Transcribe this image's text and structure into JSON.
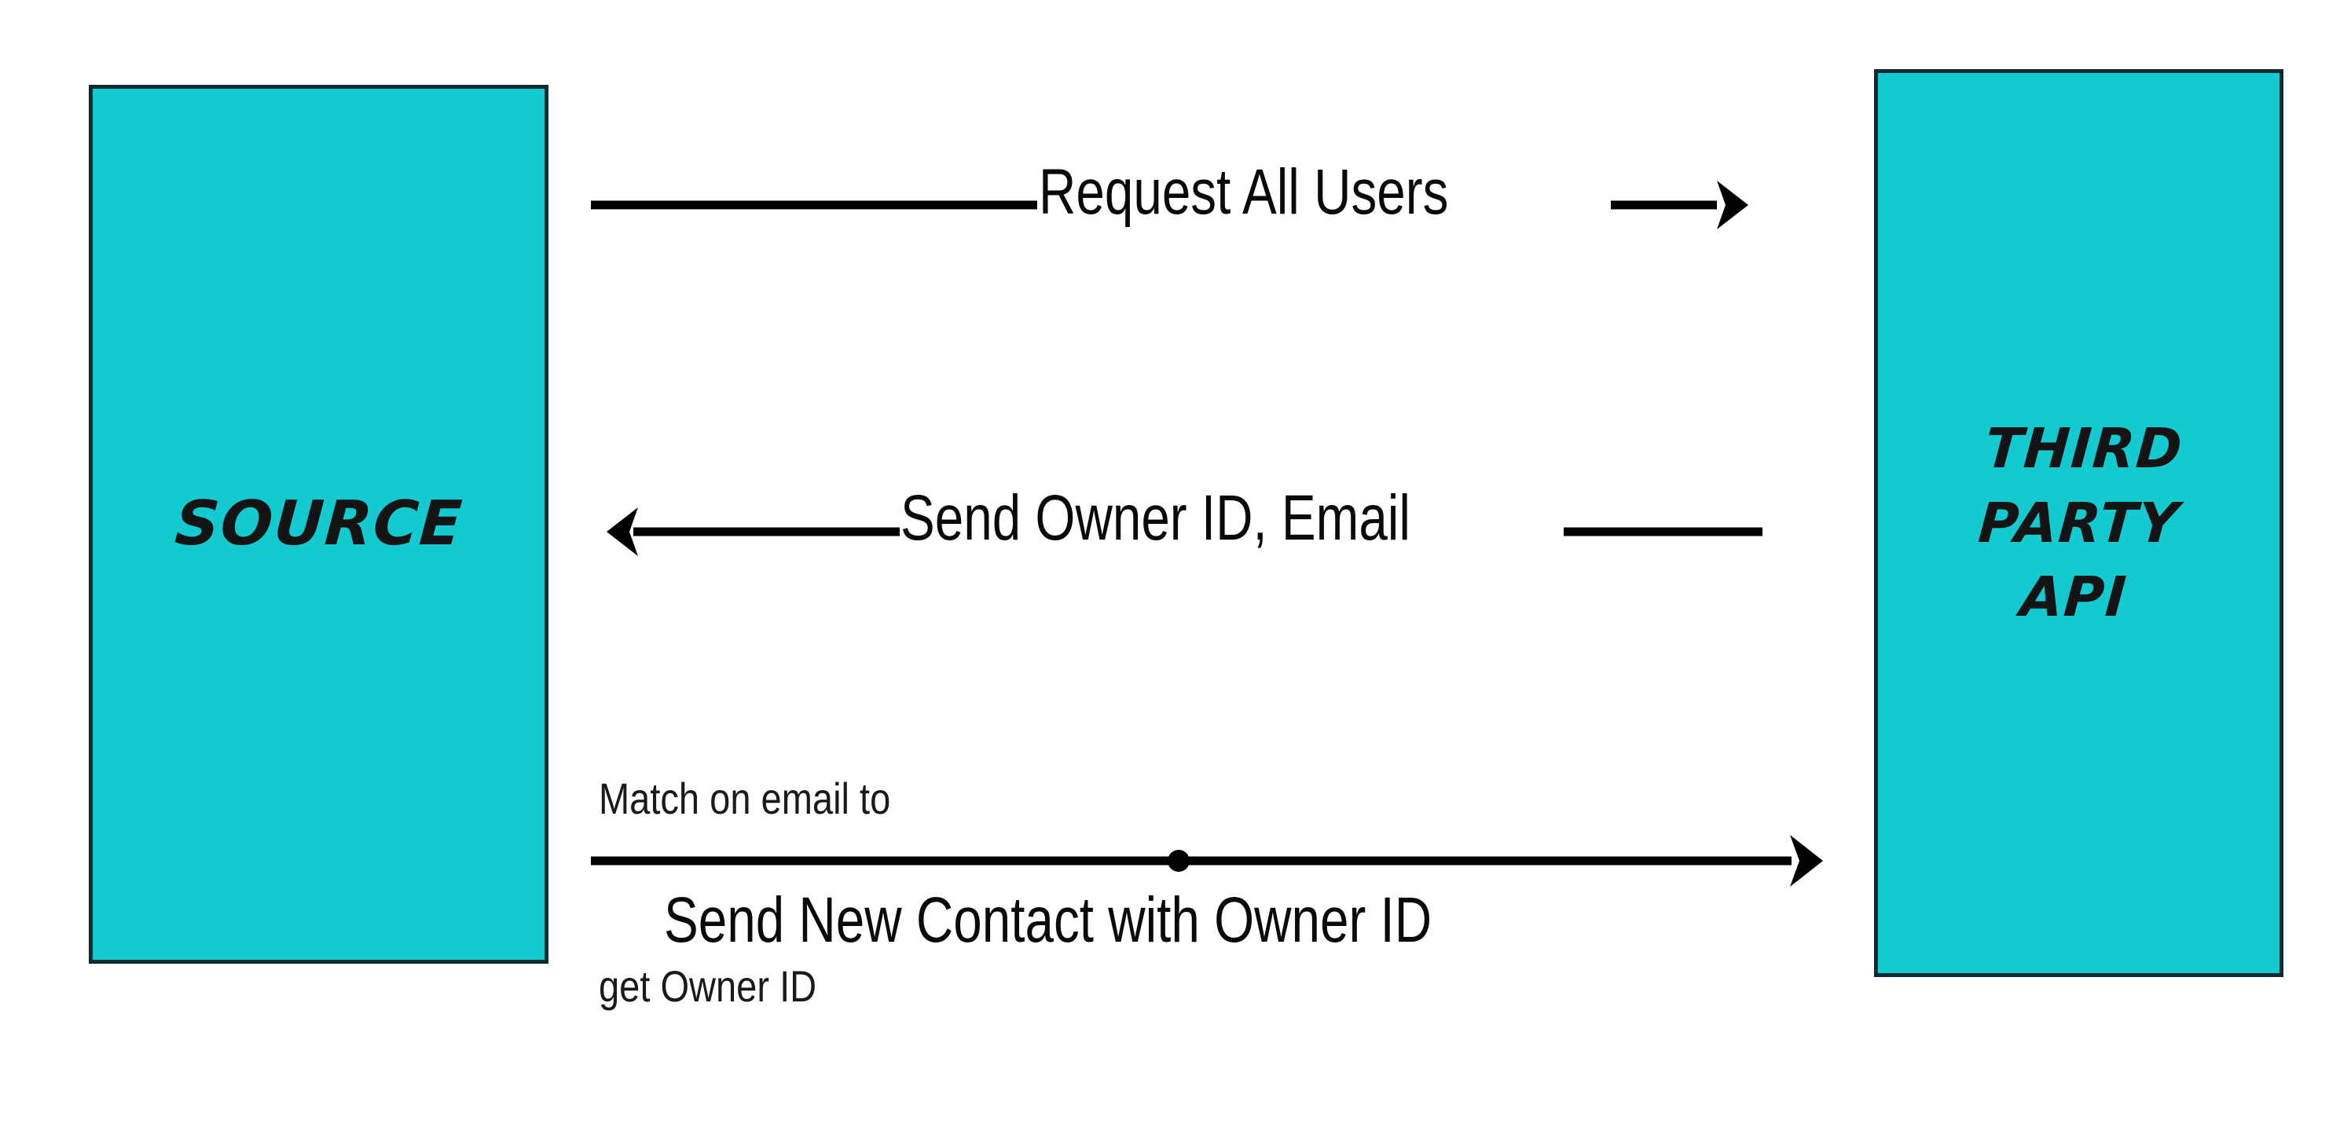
{
  "diagram": {
    "type": "sequence-diagram",
    "title": "Source to Third Party API owner matching flow",
    "background_color": "#ffffff",
    "node_fill_color": "#12CAD0",
    "node_border_color": "#0d2b30",
    "arrow_color": "#000000",
    "text_color": "#0a0a0a",
    "nodes": [
      {
        "id": "source",
        "label": "SOURCE",
        "label_lines": [
          "SOURCE"
        ]
      },
      {
        "id": "third-party-api",
        "label": "Third Party API",
        "label_lines": [
          "Third",
          "Party",
          "API"
        ]
      }
    ],
    "messages": [
      {
        "id": "request-all-users",
        "label": "Request All Users",
        "direction": "left-to-right",
        "from": "source",
        "to": "third-party-api",
        "label_position": "on-line"
      },
      {
        "id": "send-owner-id-email",
        "label": "Send Owner ID, Email",
        "direction": "right-to-left",
        "from": "third-party-api",
        "to": "source",
        "label_position": "on-line"
      },
      {
        "id": "send-new-contact",
        "label": "Send New Contact with Owner ID",
        "direction": "left-to-right",
        "from": "source",
        "to": "third-party-api",
        "label_position": "below-line",
        "has_midpoint_marker": true
      }
    ],
    "notes": [
      {
        "id": "match-email",
        "lines": [
          "Match on email to",
          "get Owner ID"
        ]
      }
    ]
  }
}
